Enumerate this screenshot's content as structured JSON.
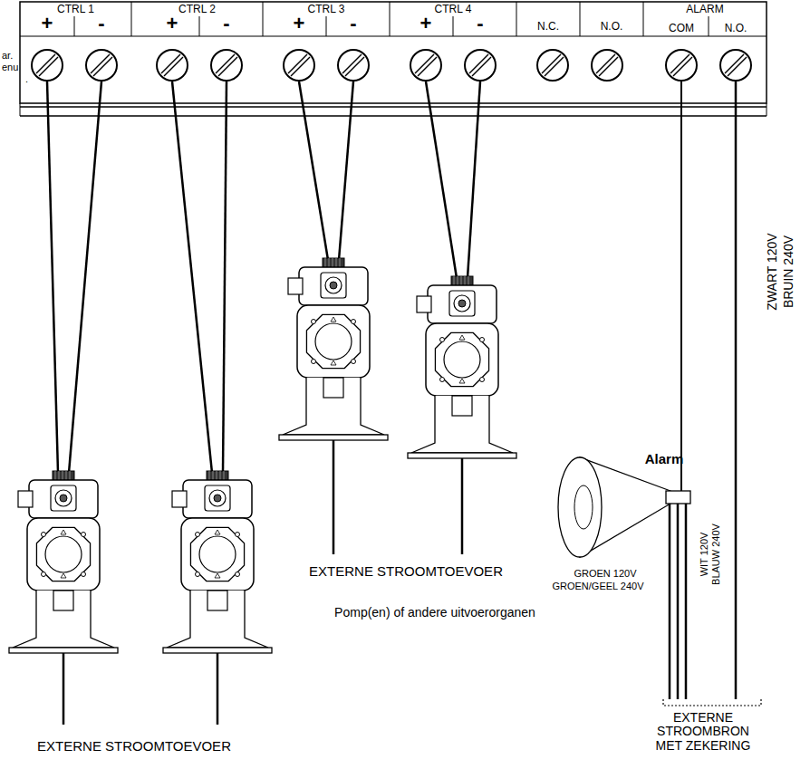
{
  "diagram": {
    "nodes": [
      {
        "text": [
          "CTRL 1",
          "+",
          "-"
        ]
      },
      {
        "text": [
          "CTRL 2",
          "+",
          "-"
        ]
      },
      {
        "text": [
          "CTRL 3",
          "+",
          "-"
        ]
      },
      {
        "text": [
          "CTRL 4",
          "+",
          "-"
        ]
      },
      {
        "text": [
          "N.C."
        ]
      },
      {
        "text": [
          "N.O."
        ]
      },
      {
        "text": [
          "ALARM",
          "COM",
          "N.O."
        ]
      }
    ],
    "labels": [
      "ar.",
      "enu",
      ".",
      "EXTERNE STROOMTOEVOER",
      "EXTERNE STROOMTOEVOER",
      "Pomp(en) of andere uitvoerorganen",
      "Alarm",
      "GROEN 120V",
      "GROEN/GEEL 240V",
      "WIT 120V",
      "BLAUW 240V",
      "ZWART 120V",
      "BRUIN 240V",
      "EXTERNE STROOMBRON MET ZEKERING"
    ]
  }
}
